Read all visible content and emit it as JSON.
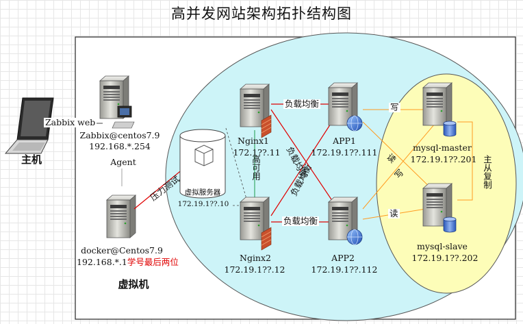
{
  "title": "高并发网站架构拓扑结构图",
  "host": {
    "name": "主机",
    "link_label": "Zabbix web"
  },
  "zabbix": {
    "name": "Zabbix@centos7.9",
    "ip": "192.168.*.254",
    "agent_label": "Agent"
  },
  "docker": {
    "name": "docker@Centos7.9",
    "ip_prefix": "192.168.*.1",
    "ip_note": "学号最后两位",
    "group_label": "虚拟机"
  },
  "stress_label": "压力测试",
  "virtual_server": {
    "name": "虚拟服务器",
    "ip": "172.19.1??.10"
  },
  "nginx1": {
    "name": "Nginx1",
    "ip": "172.1??.11"
  },
  "nginx2": {
    "name": "Nginx2",
    "ip": "172.19.1??.12"
  },
  "ha_label": "高可用",
  "app1": {
    "name": "APP1",
    "ip": "172.19.1??.111"
  },
  "app2": {
    "name": "APP2",
    "ip": "172.19.1??.112"
  },
  "lb_labels": {
    "top": "负载均衡",
    "bottom": "负载均衡",
    "cross_a": "负载均衡",
    "cross_b": "负载均衡"
  },
  "mysql_master": {
    "name": "mysql-master",
    "ip": "172.19.1??.201"
  },
  "mysql_slave": {
    "name": "mysql-slave",
    "ip": "172.19.1??.202"
  },
  "db_labels": {
    "write_top": "写",
    "read_cross": "读",
    "write_cross": "写",
    "read_bottom": "读",
    "replication": "主从复制"
  },
  "colors": {
    "ellipse_fill": "#cdf4f8",
    "yellow_fill": "#fdfdb8",
    "red_line": "#e00000",
    "orange_line": "#ff9a1f",
    "green_line": "#1a9a4a"
  }
}
